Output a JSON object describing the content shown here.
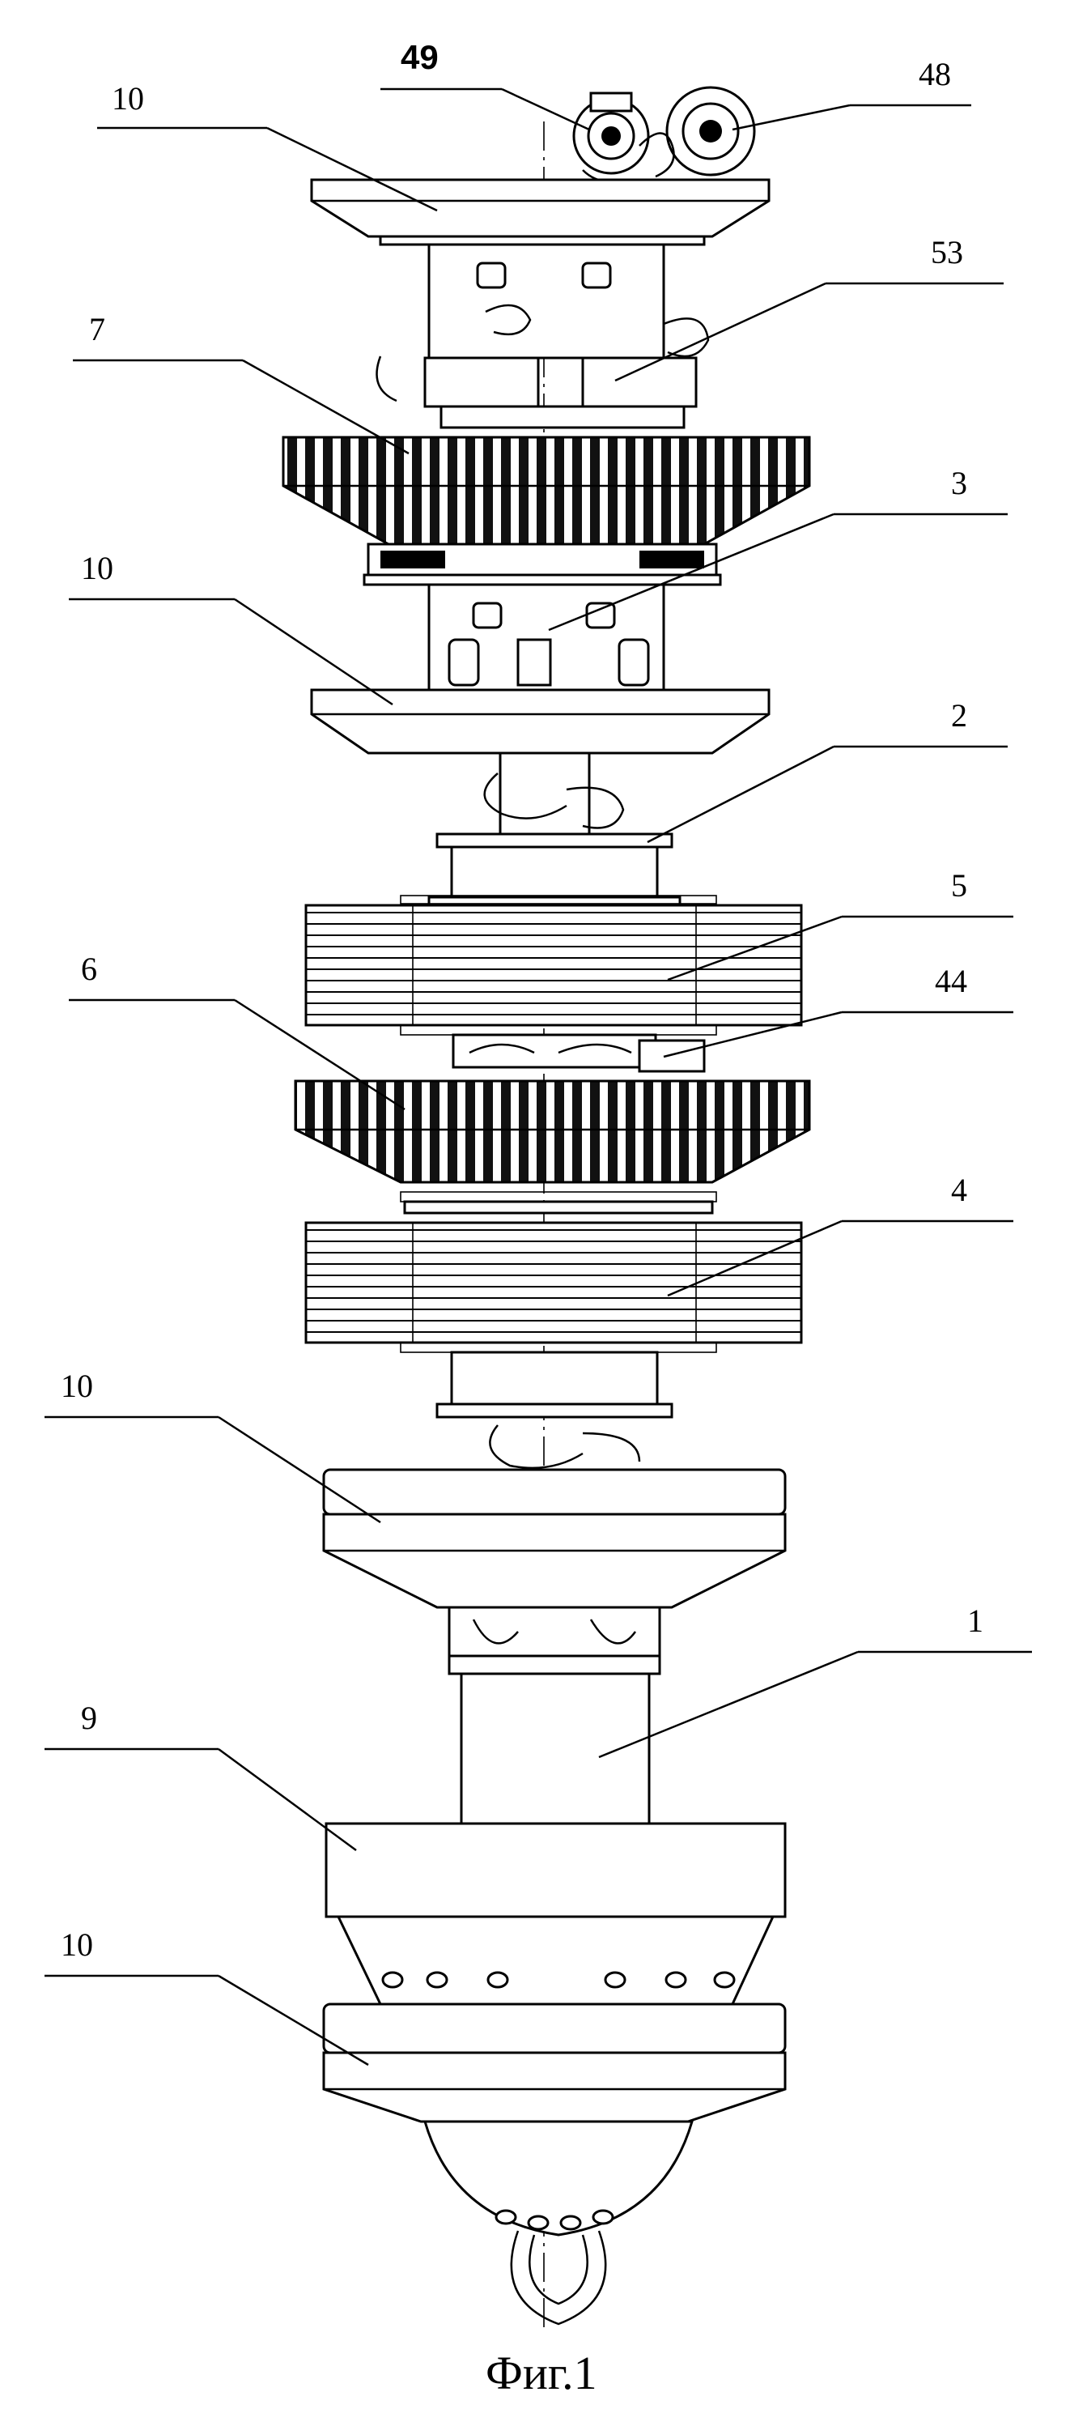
{
  "figure": {
    "caption": "Фиг.1",
    "references": [
      {
        "label": "49"
      },
      {
        "label": "48"
      },
      {
        "label": "10"
      },
      {
        "label": "53"
      },
      {
        "label": "7"
      },
      {
        "label": "3"
      },
      {
        "label": "10"
      },
      {
        "label": "2"
      },
      {
        "label": "5"
      },
      {
        "label": "44"
      },
      {
        "label": "6"
      },
      {
        "label": "4"
      },
      {
        "label": "10"
      },
      {
        "label": "1"
      },
      {
        "label": "9"
      },
      {
        "label": "10"
      }
    ]
  }
}
